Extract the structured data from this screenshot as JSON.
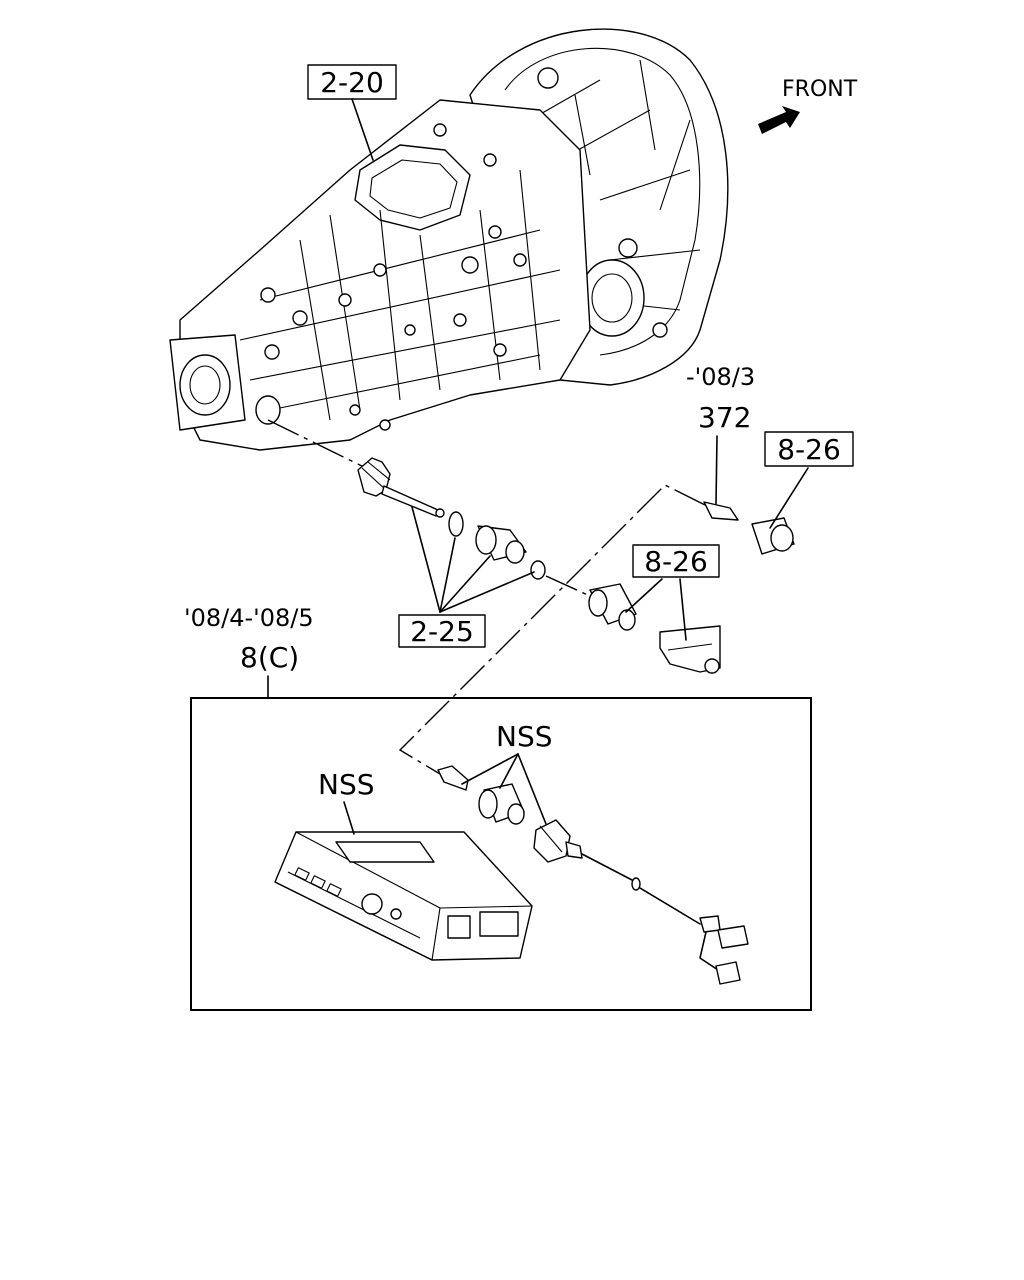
{
  "direction_label": "FRONT",
  "callouts": {
    "transmission_ref": "2-20",
    "speed_gear_ref": "2-25",
    "sensor_ref_upper": "8-26",
    "sensor_ref_lower": "8-26",
    "connector_ref": "372",
    "inset_ref": "8(C)"
  },
  "notes": {
    "upper_period": "-'08/3",
    "inset_period": "'08/4-'08/5",
    "nss_sensor_group": "NSS",
    "nss_control_unit": "NSS"
  },
  "icons": {
    "front_arrow": "front-arrow-icon"
  }
}
